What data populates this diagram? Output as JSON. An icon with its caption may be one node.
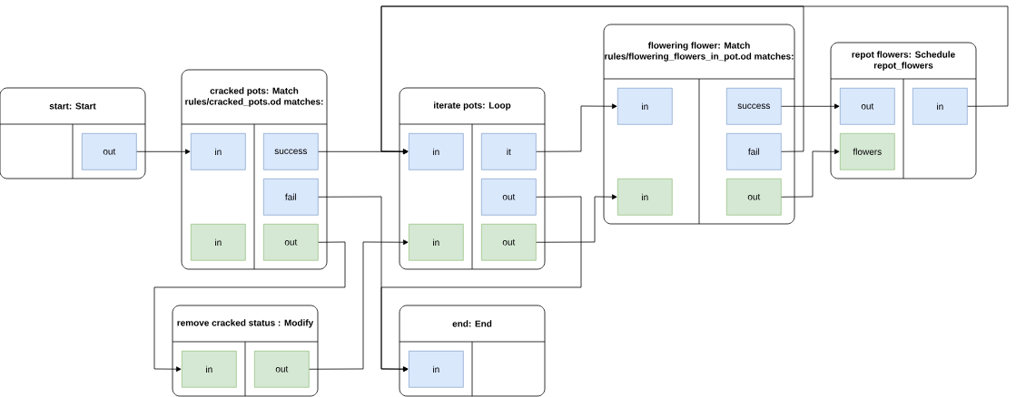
{
  "diagram": {
    "nodes": [
      {
        "text": [
          "start: Start"
        ]
      },
      {
        "text": [
          "out"
        ],
        "in": 0
      },
      {
        "text": [
          "cracked pots: Match rules/cracked_pots.od matches:"
        ]
      },
      {
        "text": [
          "in"
        ],
        "in": 2
      },
      {
        "text": [
          "success"
        ],
        "in": 2
      },
      {
        "text": [
          "fail"
        ],
        "in": 2
      },
      {
        "text": [
          "in"
        ],
        "in": 2
      },
      {
        "text": [
          "out"
        ],
        "in": 2
      },
      {
        "text": [
          "iterate pots: Loop"
        ]
      },
      {
        "text": [
          "in"
        ],
        "in": 8
      },
      {
        "text": [
          "it"
        ],
        "in": 8
      },
      {
        "text": [
          "out"
        ],
        "in": 8
      },
      {
        "text": [
          "in"
        ],
        "in": 8
      },
      {
        "text": [
          "out"
        ],
        "in": 8
      },
      {
        "text": [
          "flowering flower: Match rules/flowering_flowers_in_pot.od matches:"
        ]
      },
      {
        "text": [
          "in"
        ],
        "in": 14
      },
      {
        "text": [
          "success"
        ],
        "in": 14
      },
      {
        "text": [
          "fail"
        ],
        "in": 14
      },
      {
        "text": [
          "in"
        ],
        "in": 14
      },
      {
        "text": [
          "out"
        ],
        "in": 14
      },
      {
        "text": [
          "repot flowers: Schedule repot_flowers"
        ]
      },
      {
        "text": [
          "out"
        ],
        "in": 20
      },
      {
        "text": [
          "in"
        ],
        "in": 20
      },
      {
        "text": [
          "flowers"
        ],
        "in": 20
      },
      {
        "text": [
          "remove cracked status : Modify"
        ]
      },
      {
        "text": [
          "in"
        ],
        "in": 24
      },
      {
        "text": [
          "out"
        ],
        "in": 24
      },
      {
        "text": [
          "end: End"
        ]
      },
      {
        "text": [
          "in"
        ],
        "in": 27
      }
    ],
    "edges": [
      {
        "from": 1,
        "to": 3,
        "arrow": "to"
      },
      {
        "from": 4,
        "to": 9,
        "arrow": "to"
      },
      {
        "from": 22,
        "to": 9,
        "arrow": "to"
      },
      {
        "from": 17,
        "to": 9,
        "arrow": "to"
      },
      {
        "from": 5,
        "to": 28,
        "arrow": "to"
      },
      {
        "from": 11,
        "to": 28,
        "arrow": "to"
      },
      {
        "from": 7,
        "to": 25,
        "arrow": "to"
      },
      {
        "from": 26,
        "to": 12,
        "arrow": "to"
      },
      {
        "from": 10,
        "to": 15,
        "arrow": "to"
      },
      {
        "from": 13,
        "to": 18,
        "arrow": "to"
      },
      {
        "from": 16,
        "to": 21,
        "arrow": "to"
      },
      {
        "from": 19,
        "to": 23,
        "arrow": "to"
      }
    ]
  }
}
